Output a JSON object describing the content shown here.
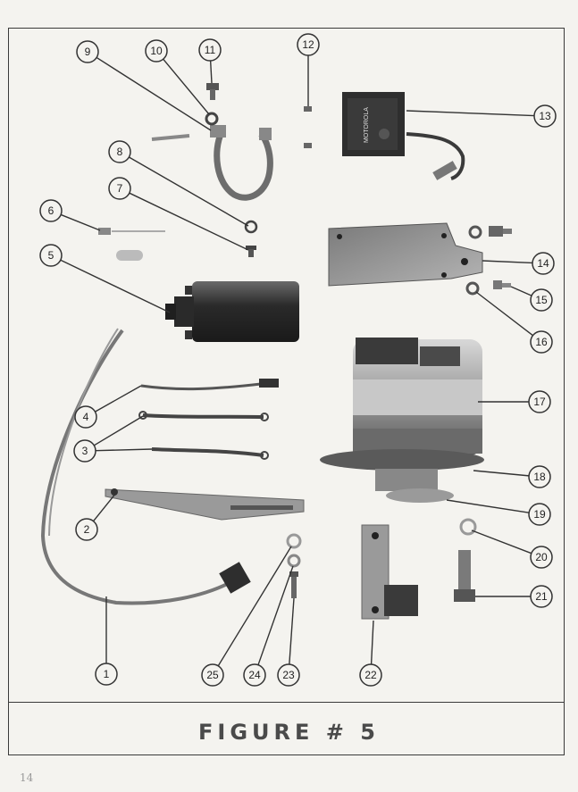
{
  "figure": {
    "title": "FIGURE",
    "number_mark": "# 5"
  },
  "corner_mark": "14",
  "callouts": [
    "1",
    "2",
    "3",
    "4",
    "5",
    "6",
    "7",
    "8",
    "9",
    "10",
    "11",
    "12",
    "13",
    "14",
    "15",
    "16",
    "17",
    "18",
    "19",
    "20",
    "21",
    "22",
    "23",
    "24",
    "25"
  ],
  "part_labels": {
    "regulator_brand": "MOTOROLA"
  },
  "colors": {
    "ink": "#2b2b2b",
    "paper": "#f4f3ef",
    "metal": "#8a8a8a",
    "dark_metal": "#3c3c3c"
  }
}
